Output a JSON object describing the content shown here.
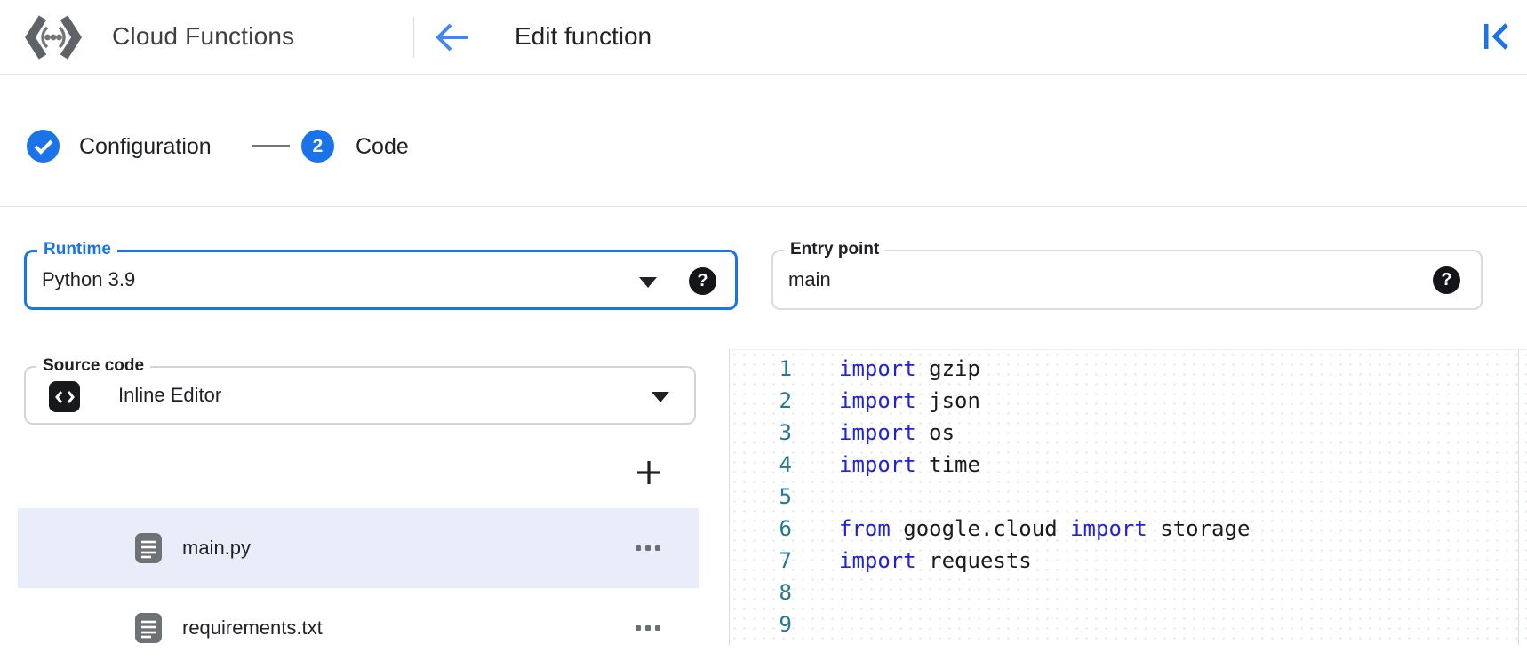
{
  "header": {
    "product_name": "Cloud Functions",
    "page_title": "Edit function"
  },
  "stepper": {
    "steps": [
      {
        "label": "Configuration",
        "state": "completed"
      },
      {
        "label": "Code",
        "number": "2",
        "state": "active"
      }
    ]
  },
  "form": {
    "runtime": {
      "label": "Runtime",
      "value": "Python 3.9"
    },
    "entry_point": {
      "label": "Entry point",
      "value": "main"
    },
    "source_code": {
      "label": "Source code",
      "value": "Inline Editor"
    }
  },
  "file_explorer": {
    "files": [
      {
        "name": "main.py",
        "selected": true
      },
      {
        "name": "requirements.txt",
        "selected": false
      }
    ]
  },
  "editor": {
    "language": "python",
    "lines": [
      {
        "num": "1",
        "tokens": [
          {
            "text": "import",
            "type": "kw"
          },
          {
            "text": " gzip",
            "type": "pl"
          }
        ]
      },
      {
        "num": "2",
        "tokens": [
          {
            "text": "import",
            "type": "kw"
          },
          {
            "text": " json",
            "type": "pl"
          }
        ]
      },
      {
        "num": "3",
        "tokens": [
          {
            "text": "import",
            "type": "kw"
          },
          {
            "text": " os",
            "type": "pl"
          }
        ]
      },
      {
        "num": "4",
        "tokens": [
          {
            "text": "import",
            "type": "kw"
          },
          {
            "text": " time",
            "type": "pl"
          }
        ]
      },
      {
        "num": "5",
        "tokens": []
      },
      {
        "num": "6",
        "tokens": [
          {
            "text": "from",
            "type": "kw"
          },
          {
            "text": " google.cloud ",
            "type": "pl"
          },
          {
            "text": "import",
            "type": "kw"
          },
          {
            "text": " storage",
            "type": "pl"
          }
        ]
      },
      {
        "num": "7",
        "tokens": [
          {
            "text": "import",
            "type": "kw"
          },
          {
            "text": " requests",
            "type": "pl"
          }
        ]
      },
      {
        "num": "8",
        "tokens": []
      },
      {
        "num": "9",
        "tokens": []
      }
    ]
  },
  "colors": {
    "accent_blue": "#1a73e8",
    "back_arrow_blue": "#4285f4",
    "keyword_blue": "#2020e0",
    "line_number_teal": "#237893",
    "selected_file_bg": "#e8edf9"
  }
}
